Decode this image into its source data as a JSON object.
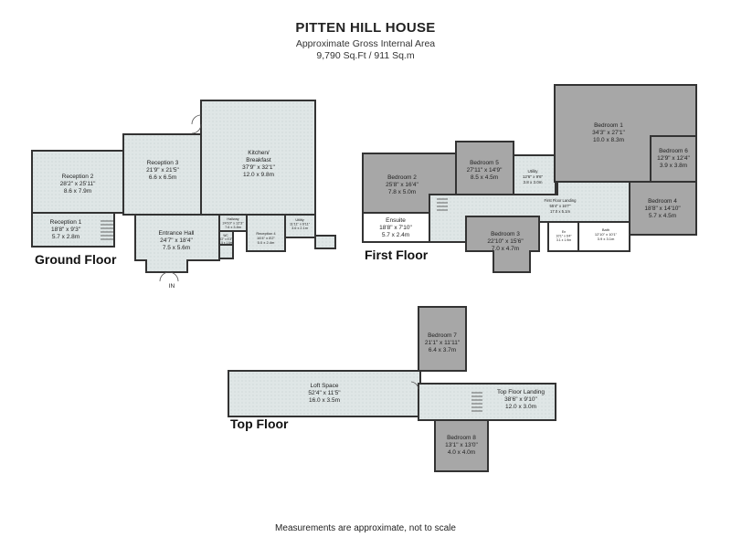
{
  "header": {
    "title": "PITTEN HILL HOUSE",
    "area_label": "Approximate Gross Internal Area",
    "area_value": "9,790 Sq.Ft / 911 Sq.m"
  },
  "footer": {
    "note": "Measurements are approximate, not to scale"
  },
  "floors": {
    "ground": "Ground Floor",
    "first": "First Floor",
    "top": "Top Floor"
  },
  "entrance_label": "IN",
  "colors": {
    "wall": "#333333",
    "light_room": "#dfe6e6",
    "dark_room": "#a7a7a7",
    "background": "#ffffff"
  },
  "rooms": {
    "reception2": {
      "name": "Reception 2",
      "imp": "28'2\" x 25'11\"",
      "met": "8.6 x 7.9m"
    },
    "reception1": {
      "name": "Reception 1",
      "imp": "18'8\" x 9'3\"",
      "met": "5.7 x 2.8m"
    },
    "reception3": {
      "name": "Reception 3",
      "imp": "21'9\" x 21'5\"",
      "met": "6.6 x 6.5m"
    },
    "kitchen": {
      "name1": "Kitchen/",
      "name2": "Breakfast",
      "imp": "37'9\" x 32'1\"",
      "met": "12.0 x 9.8m"
    },
    "entrance": {
      "name": "Entrance Hall",
      "imp": "24'7\" x 18'4\"",
      "met": "7.5 x 5.6m"
    },
    "hallway": {
      "name": "Hallway",
      "imp": "24'10\" x 12'3\"",
      "met": "7.6 x 3.8m"
    },
    "reception4": {
      "name": "Reception 4",
      "imp": "16'4\" x 8'2\"",
      "met": "5.0 x 2.4m"
    },
    "utility_g": {
      "name": "Utility",
      "imp": "11'11\" x 6'11\"",
      "met": "3.6 x 2.1m"
    },
    "wc_g": {
      "name": "WC",
      "imp": "8'2\" x 5'3\"",
      "met": "2.5 x 1.6m"
    },
    "bedroom2": {
      "name": "Bedroom 2",
      "imp": "25'8\" x 16'4\"",
      "met": "7.8 x 5.0m"
    },
    "bedroom5": {
      "name": "Bedroom 5",
      "imp": "27'11\" x 14'9\"",
      "met": "8.5 x 4.5m"
    },
    "utility_f": {
      "name": "Utility",
      "imp": "12'6\" x 9'6\"",
      "met": "3.8 x 3.0m"
    },
    "bedroom1": {
      "name": "Bedroom 1",
      "imp": "34'3\" x 27'1\"",
      "met": "10.0 x 8.3m"
    },
    "bedroom6": {
      "name": "Bedroom 6",
      "imp": "12'9\" x 12'4\"",
      "met": "3.9 x 3.8m"
    },
    "bedroom4": {
      "name": "Bedroom 4",
      "imp": "18'8\" x 14'10\"",
      "met": "5.7 x 4.5m"
    },
    "landing_f": {
      "name": "First Floor Landing",
      "imp": "55'4\" x 16'7\"",
      "met": "17.0 x 5.1m"
    },
    "ensuite": {
      "name": "Ensuite",
      "imp": "18'8\" x 7'10\"",
      "met": "5.7 x 2.4m"
    },
    "bedroom3": {
      "name": "Bedroom 3",
      "imp": "22'10\" x 15'6\"",
      "met": "7.0 x 4.7m"
    },
    "shower": {
      "name": "En",
      "imp": "10'1\" x 6'4\"",
      "met": "3.1 x 1.9m"
    },
    "bath": {
      "name": "Bath",
      "imp": "12'10\" x 10'1\"",
      "met": "3.9 x 3.1m"
    },
    "bedroom7": {
      "name": "Bedroom 7",
      "imp": "21'1\" x 11'11\"",
      "met": "6.4 x 3.7m"
    },
    "loft": {
      "name": "Loft Space",
      "imp": "52'4\" x 11'5\"",
      "met": "16.0 x 3.5m"
    },
    "landing_t": {
      "name": "Top Floor Landing",
      "imp": "38'6\" x 9'10\"",
      "met": "12.0 x 3.0m"
    },
    "bedroom8": {
      "name": "Bedroom 8",
      "imp": "13'1\" x 13'0\"",
      "met": "4.0 x 4.0m"
    }
  }
}
